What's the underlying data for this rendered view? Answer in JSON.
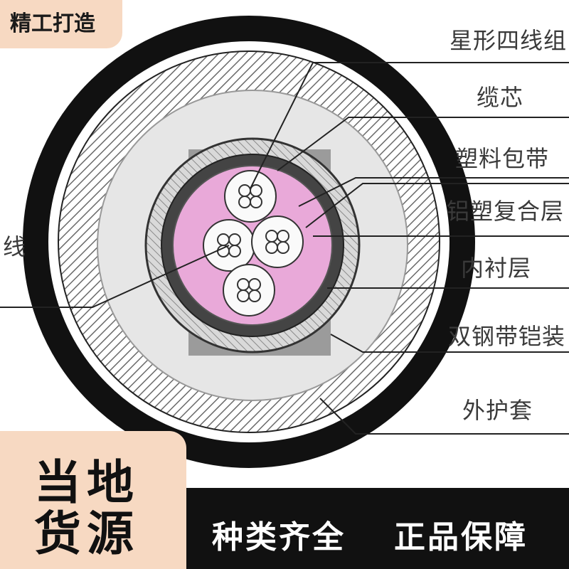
{
  "badge": {
    "text": "精工打造"
  },
  "diagram": {
    "left_label": "线",
    "layers": [
      "星形四线组",
      "缆芯",
      "塑料包带",
      "铝塑复合层",
      "内衬层",
      "双钢带铠装",
      "外护套"
    ]
  },
  "promo": {
    "corner_line1": "当地",
    "corner_line2": "货源",
    "slogan_left": "种类齐全",
    "slogan_right": "正品保障"
  },
  "colors": {
    "accent": "#f7d9c2",
    "dark_bar": "#111111",
    "core_pink": "#e9a9d9",
    "jacket": "#141414"
  }
}
